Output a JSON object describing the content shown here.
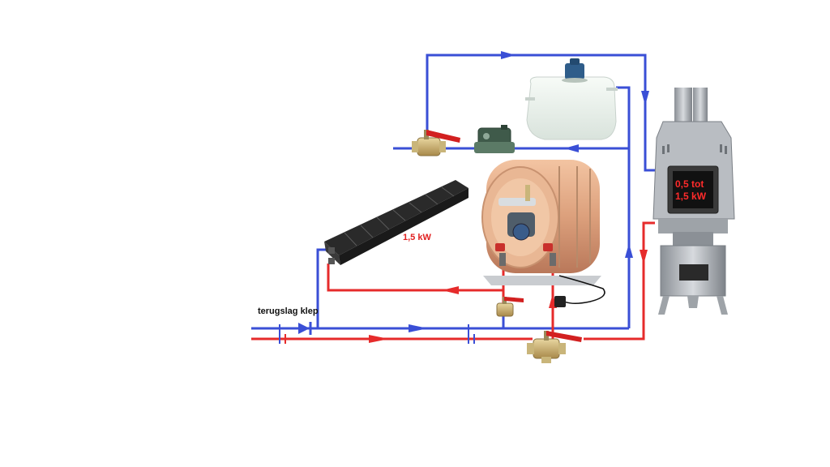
{
  "labels": {
    "check_valve": "terugslag klep",
    "radiator_power": "1,5 kW",
    "stove_power_line1": "0,5 tot",
    "stove_power_line2": "1,5 kW"
  },
  "components": [
    {
      "id": "expansion-tank",
      "icon": "expansion-tank-icon"
    },
    {
      "id": "ball-valve-top",
      "icon": "ball-valve-icon"
    },
    {
      "id": "pump",
      "icon": "circulation-pump-icon"
    },
    {
      "id": "radiator",
      "icon": "radiator-icon"
    },
    {
      "id": "boiler",
      "icon": "water-heater-icon"
    },
    {
      "id": "drain-valve",
      "icon": "ball-valve-icon"
    },
    {
      "id": "three-way-valve",
      "icon": "three-way-valve-icon"
    },
    {
      "id": "stove",
      "icon": "wood-stove-icon"
    },
    {
      "id": "check-valve",
      "icon": "check-valve-icon"
    }
  ],
  "colors": {
    "cold_pipe": "#3a4fd6",
    "hot_pipe": "#e62b2b",
    "label_red": "#e02020"
  }
}
